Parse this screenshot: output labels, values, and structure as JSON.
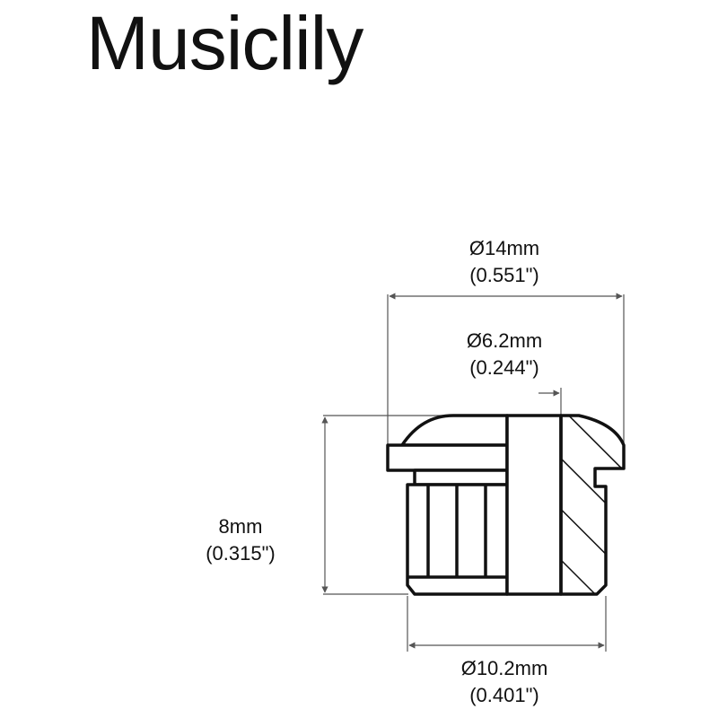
{
  "brand": {
    "name": "Musiclily"
  },
  "dimensions": {
    "top_diameter": {
      "metric": "Ø14mm",
      "imperial": "(0.551\")"
    },
    "hole_diameter": {
      "metric": "Ø6.2mm",
      "imperial": "(0.244\")"
    },
    "height": {
      "metric": "8mm",
      "imperial": "(0.315\")"
    },
    "bottom_diameter": {
      "metric": "Ø10.2mm",
      "imperial": "(0.401\")"
    }
  },
  "colors": {
    "line": "#111111",
    "dim_line": "#555555",
    "background": "#ffffff"
  }
}
